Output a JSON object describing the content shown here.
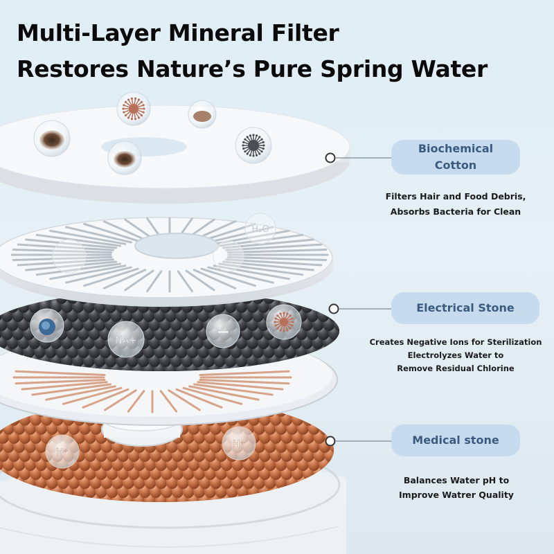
{
  "headline": {
    "line1": "Multi-Layer Mineral Filter",
    "line2": "Restores Nature’s Pure Spring Water"
  },
  "layers": [
    {
      "label_line1": "Biochemical",
      "label_line2": "Cotton",
      "desc_line1": "Filters Hair and Food Debris,",
      "desc_line2": "Absorbs Bacteria for Clean"
    },
    {
      "label": "Electrical Stone",
      "desc_line1": "Creates Negative Ions for Sterilization",
      "desc_line2": "Electrolyzes Water to",
      "desc_line3": "Remove Residual Chlorine"
    },
    {
      "label": "Medical stone",
      "desc_line1": "Balances Water pH to",
      "desc_line2": "Improve Watrer Quality"
    }
  ],
  "bubbles": {
    "water": "H₂O",
    "sodium": "NA+",
    "negative": "−",
    "hydrogen": "H⁺"
  },
  "colors": {
    "pill_bg": "#c6dcee",
    "pill_text": "#3b5a80",
    "gray_stone": "#4a4c50",
    "orange_stone": "#c9754a"
  }
}
